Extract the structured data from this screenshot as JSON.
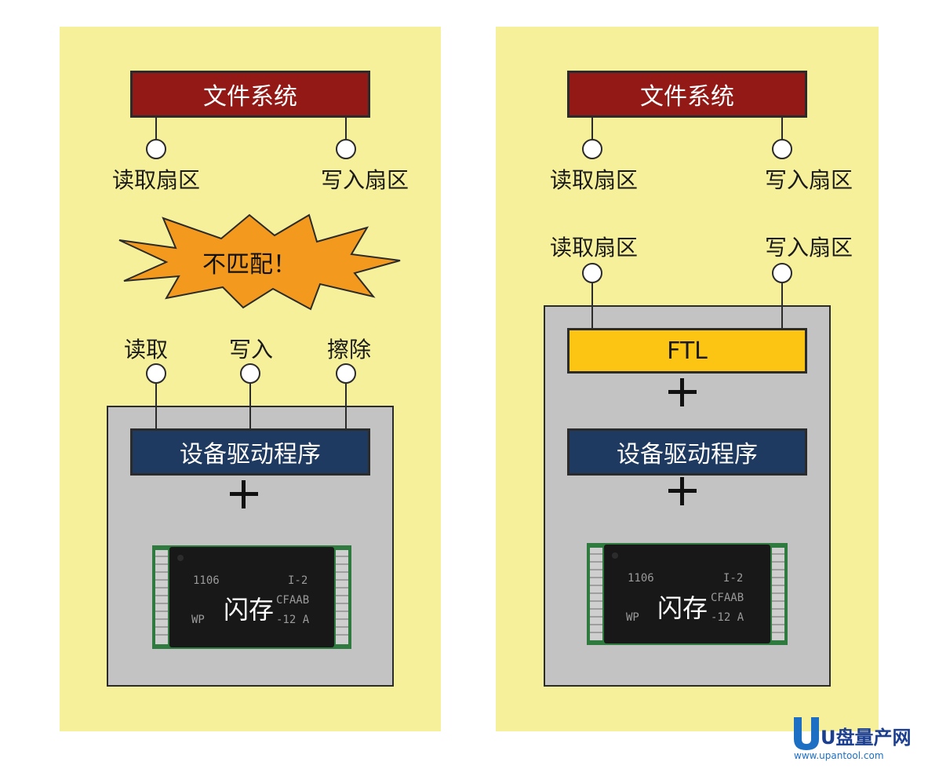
{
  "colors": {
    "panel_bg": "#f6f09b",
    "file_system": "#931917",
    "driver": "#1e3a61",
    "ftl": "#fdc513",
    "device_box": "#c3c3c3",
    "burst": "#f39a1e"
  },
  "left": {
    "file_system_label": "文件系统",
    "read_sector": "读取扇区",
    "write_sector": "写入扇区",
    "mismatch": "不匹配！",
    "read": "读取",
    "write": "写入",
    "erase": "擦除",
    "driver_label": "设备驱动程序",
    "flash_label": "闪存",
    "chip_text": [
      "1106",
      "I-2",
      "WP",
      "CFAAB",
      "-12 A"
    ]
  },
  "right": {
    "file_system_label": "文件系统",
    "read_sector_top": "读取扇区",
    "write_sector_top": "写入扇区",
    "read_sector_bottom": "读取扇区",
    "write_sector_bottom": "写入扇区",
    "ftl_label": "FTL",
    "driver_label": "设备驱动程序",
    "flash_label": "闪存",
    "chip_text": [
      "1106",
      "I-2",
      "WP",
      "CFAAB",
      "-12 A"
    ]
  },
  "watermark": {
    "site": "U盘量产网",
    "url": "www.upantool.com"
  }
}
